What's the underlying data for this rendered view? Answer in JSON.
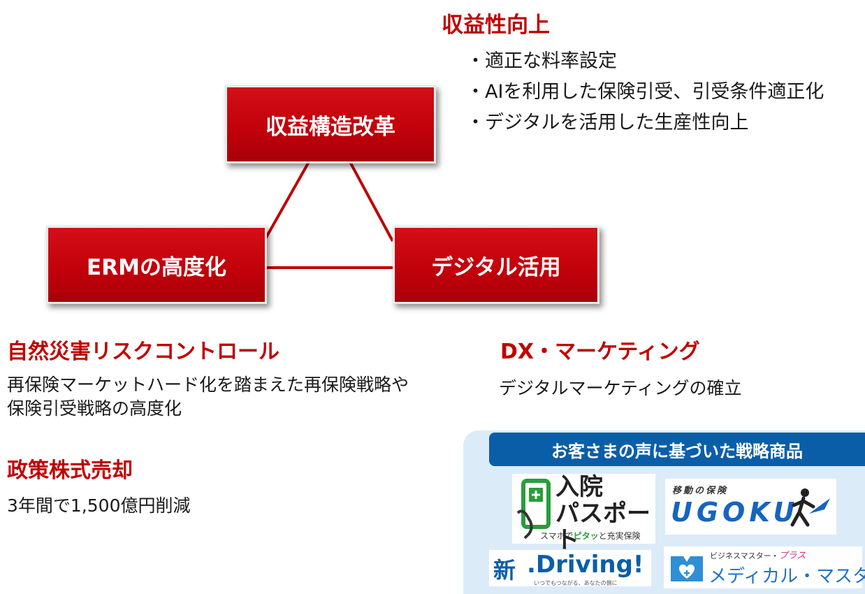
{
  "top_title": "収益性向上",
  "bullets": [
    "・適正な料率設定",
    "・AIを利用した保険引受、引受条件適正化",
    "・デジタルを活用した生産性向上"
  ],
  "triangle": {
    "top": "収益構造改革",
    "left": "ERMの高度化",
    "right": "デジタル活用"
  },
  "sections": {
    "natural_disaster": {
      "title": "自然災害リスクコントロール",
      "body_line1": "再保険マーケットハード化を踏まえた再保険戦略や",
      "body_line2": "保険引受戦略の高度化"
    },
    "policy_stocks": {
      "title": "政策株式売却",
      "body": "3年間で1,500億円削減"
    },
    "dx_marketing": {
      "title": "DX・マーケティング",
      "body": "デジタルマーケティングの確立"
    }
  },
  "products_panel": {
    "banner": "お客さまの声に基づいた戦略商品",
    "nyuin": {
      "line1": "入院",
      "line2": "パスポート",
      "tagline_pre": "スマホで",
      "tagline_accent": "ピタッ",
      "tagline_post": "と充実保険"
    },
    "ugoku": {
      "sub": "移動の保険",
      "name": "UGOKU"
    },
    "driving": {
      "prefix": "新",
      "name": ".Driving!",
      "tagline": "いつでもつながる、あなたの側に"
    },
    "medical": {
      "sub": "ビジネスマスター・",
      "sub_script": "プラス",
      "name": "メディカル・マスター"
    }
  },
  "colors": {
    "brand_red": "#c00000",
    "navy_blue": "#0a5ea8",
    "panel_bg": "#dcebf8",
    "green": "#2a9d3a"
  }
}
